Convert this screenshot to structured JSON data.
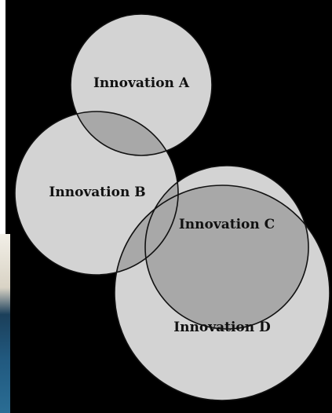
{
  "diagram": {
    "type": "venn",
    "background_color": "#000000",
    "circle_fill": "#d3d3d3",
    "overlap_fill": "#a8a8a8",
    "stroke_color": "#111111",
    "circles": [
      {
        "id": "a",
        "label": "Innovation A"
      },
      {
        "id": "b",
        "label": "Innovation B"
      },
      {
        "id": "c",
        "label": "Innovation C"
      },
      {
        "id": "d",
        "label": "Innovation D"
      }
    ]
  }
}
